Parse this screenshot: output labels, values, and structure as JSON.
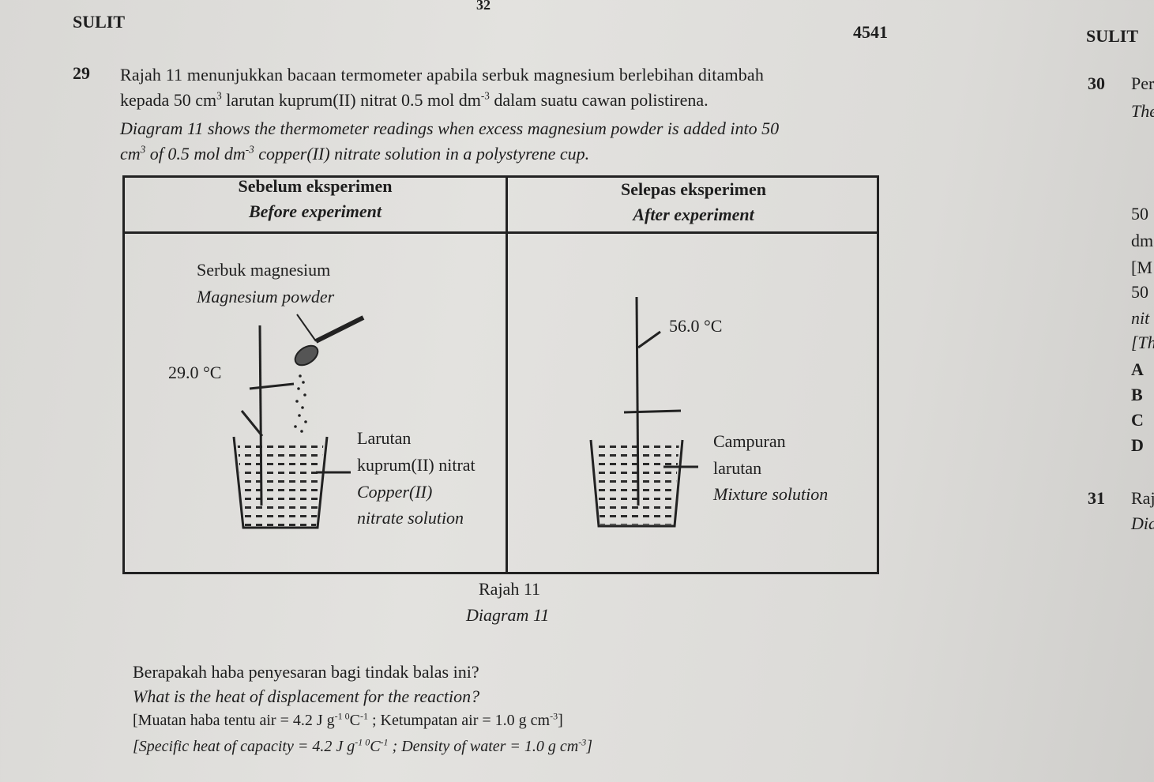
{
  "header": {
    "page_number": "32",
    "sulit_left": "SULIT",
    "code": "4541",
    "sulit_right": "SULIT"
  },
  "question29": {
    "number": "29",
    "malay_line1": "Rajah 11 menunjukkan bacaan termometer apabila serbuk magnesium berlebihan ditambah",
    "malay_line2_a": "kepada 50 cm",
    "malay_line2_sup": "3",
    "malay_line2_b": " larutan kuprum(II) nitrat 0.5 mol dm",
    "malay_line2_sup2": "-3",
    "malay_line2_c": " dalam suatu cawan polistirena.",
    "english_line1": "Diagram 11 shows the thermometer readings when excess magnesium powder is added into 50",
    "english_line2_a": "cm",
    "english_line2_sup": "3",
    "english_line2_b": " of 0.5 mol dm",
    "english_line2_sup2": "-3",
    "english_line2_c": " copper(II) nitrate solution in a polystyrene cup."
  },
  "diagram": {
    "before_malay": "Sebelum eksperimen",
    "before_english": "Before experiment",
    "after_malay": "Selepas eksperimen",
    "after_english": "After experiment",
    "powder_malay": "Serbuk magnesium",
    "powder_english": "Magnesium powder",
    "temp_before": "29.0 °C",
    "temp_after": "56.0 °C",
    "solution_malay_1": "Larutan",
    "solution_malay_2": "kuprum(II) nitrat",
    "solution_english_1": "Copper(II)",
    "solution_english_2": "nitrate solution",
    "mixture_malay_1": "Campuran",
    "mixture_malay_2": "larutan",
    "mixture_english": "Mixture solution",
    "caption_malay": "Rajah 11",
    "caption_english": "Diagram 11"
  },
  "question_text": {
    "malay": "Berapakah haba penyesaran bagi tindak balas ini?",
    "english": "What is the heat of displacement for the reaction?",
    "given_malay_a": "[Muatan haba tentu air = 4.2 J g",
    "given_malay_sup1": "-1 0",
    "given_malay_b": "C",
    "given_malay_sup2": "-1",
    "given_malay_c": " ; Ketumpatan air = 1.0 g cm",
    "given_malay_sup3": "-3",
    "given_malay_d": "]",
    "given_english_a": "[Specific heat of capacity = 4.2 J g",
    "given_english_sup1": "-1 0",
    "given_english_b": "C",
    "given_english_sup2": "-1",
    "given_english_c": " ; Density of water = 1.0 g cm",
    "given_english_sup3": "-3",
    "given_english_d": "]"
  },
  "right_column": {
    "q30_number": "30",
    "q30_text": "Per",
    "q30_english": "The",
    "fragments": [
      "50",
      "dm",
      "[M",
      "50",
      "nit",
      "[Th"
    ],
    "options": [
      "A",
      "B",
      "C",
      "D"
    ],
    "q31_number": "31",
    "q31_text": "Raj",
    "q31_english": "Dia"
  }
}
